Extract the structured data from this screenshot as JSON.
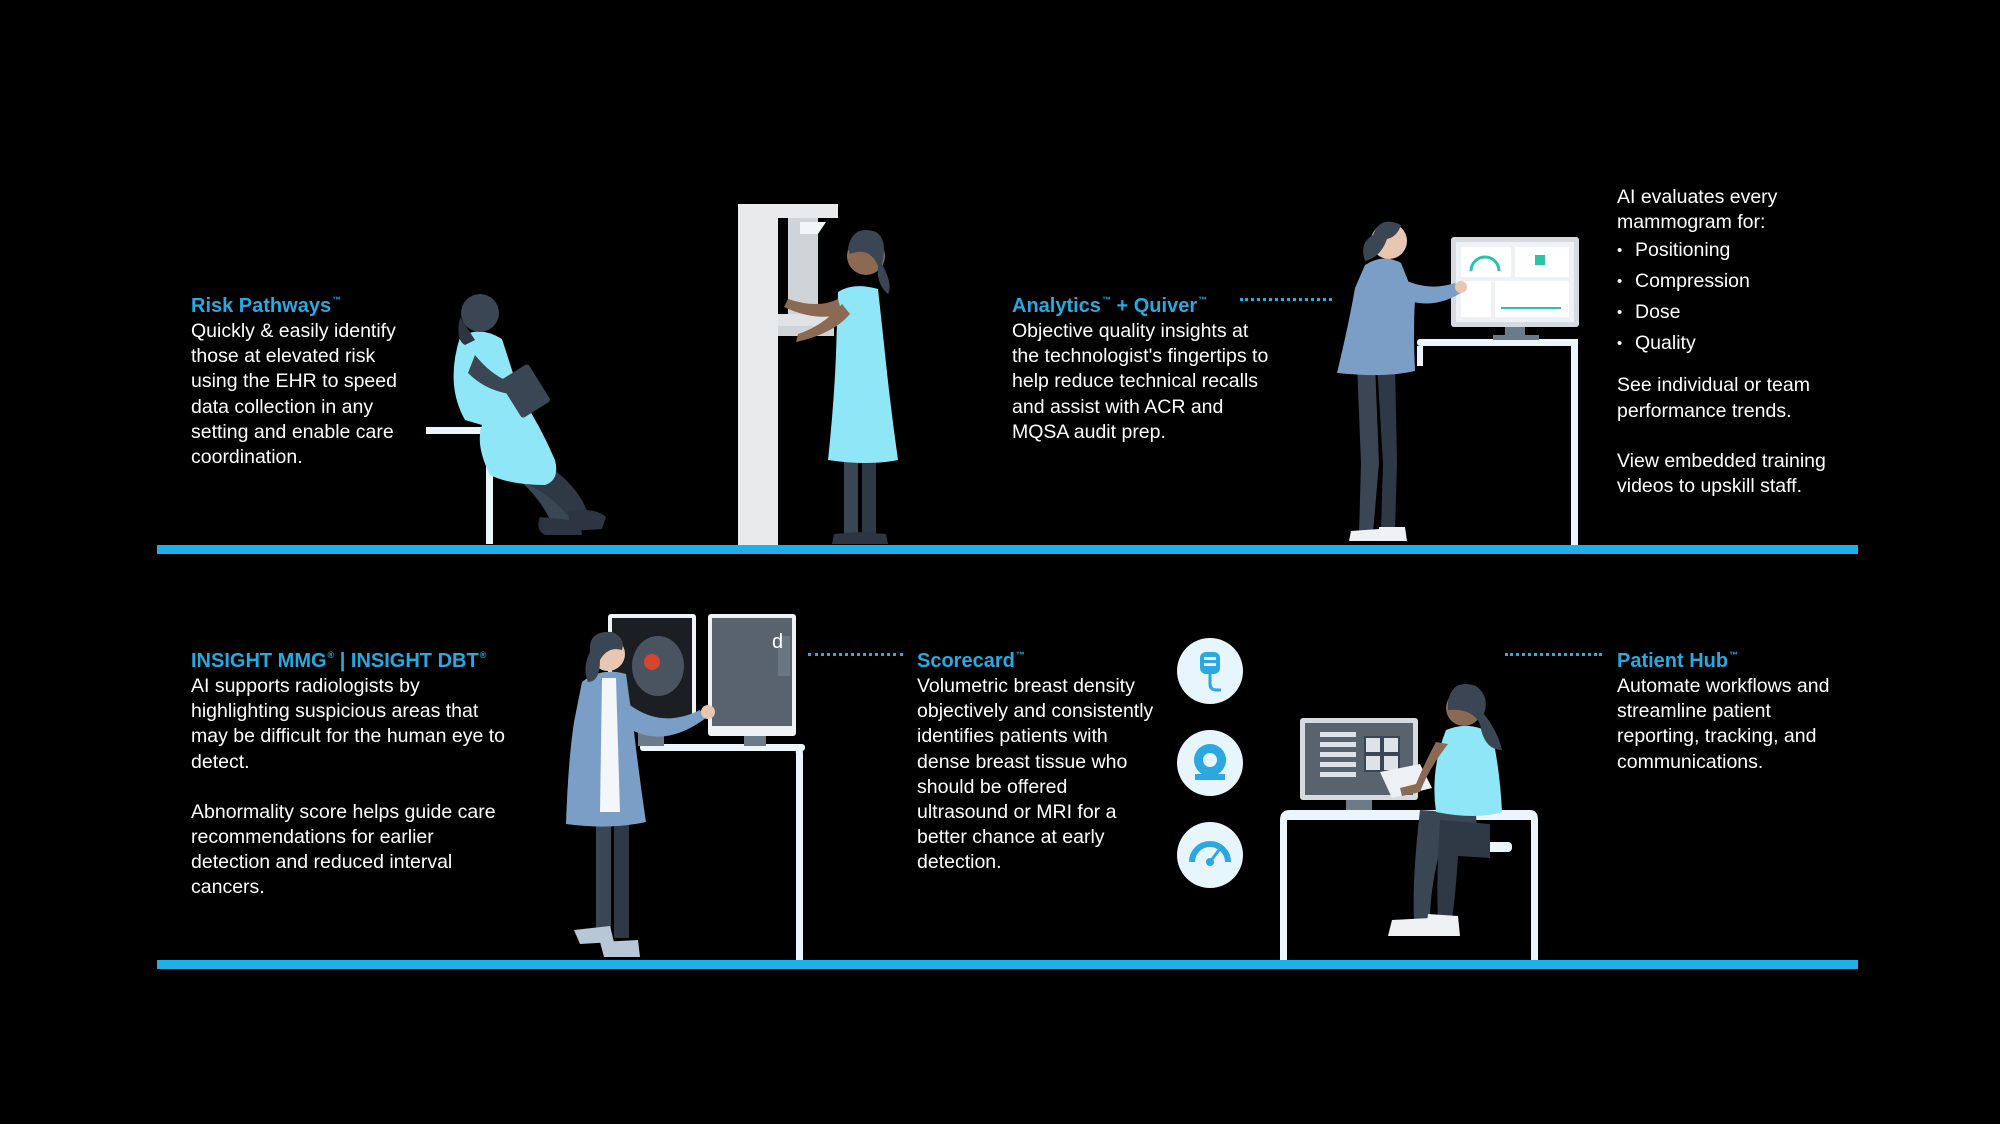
{
  "colors": {
    "background": "#000000",
    "accent": "#27a9e1",
    "shelf": "#1fb0e8",
    "figure_light": "#8ee6f6",
    "figure_blue": "#7b9ec7",
    "dark_slate": "#3b4654"
  },
  "top_row": {
    "risk": {
      "title": "Risk Pathways",
      "tm": "™",
      "body": "Quickly & easily identify those at elevated risk using the EHR to speed data collection in any setting and enable care coordination."
    },
    "analytics": {
      "title": "Analytics",
      "tm1": "™",
      "title_joiner": "+ Quiver",
      "tm2": "™",
      "body": "Objective quality insights at the technologist's fingertips to help reduce technical recalls and assist with ACR and MQSA audit prep."
    },
    "ai_evaluates": {
      "intro": "AI evaluates every mammogram for:",
      "bullets": [
        "Positioning",
        "Compression",
        "Dose",
        "Quality"
      ],
      "para2": "See individual or team performance trends.",
      "para3": "View embedded training videos to upskill staff."
    }
  },
  "bottom_row": {
    "insight": {
      "title_a": "INSIGHT MMG",
      "reg1": "®",
      "title_sep": " | ",
      "title_b": "INSIGHT DBT",
      "reg2": "®",
      "para1": "AI supports radiologists by highlighting suspicious areas that may be difficult for the human eye to detect.",
      "para2": "Abnormality score helps guide care recommendations for earlier detection and reduced interval cancers."
    },
    "scorecard": {
      "title": "Scorecard",
      "tm": "™",
      "body": "Volumetric breast density objectively and consistently identifies patients with dense breast tissue who should be offered ultrasound or MRI for a better chance at early detection.",
      "monitor_letter": "d"
    },
    "patient_hub": {
      "title": "Patient Hub",
      "tm": "™",
      "body": "Automate workflows and streamline patient reporting, tracking, and communications."
    },
    "product_icons": [
      "ultrasound-probe-icon",
      "mri-scanner-icon",
      "density-gauge-icon"
    ]
  }
}
